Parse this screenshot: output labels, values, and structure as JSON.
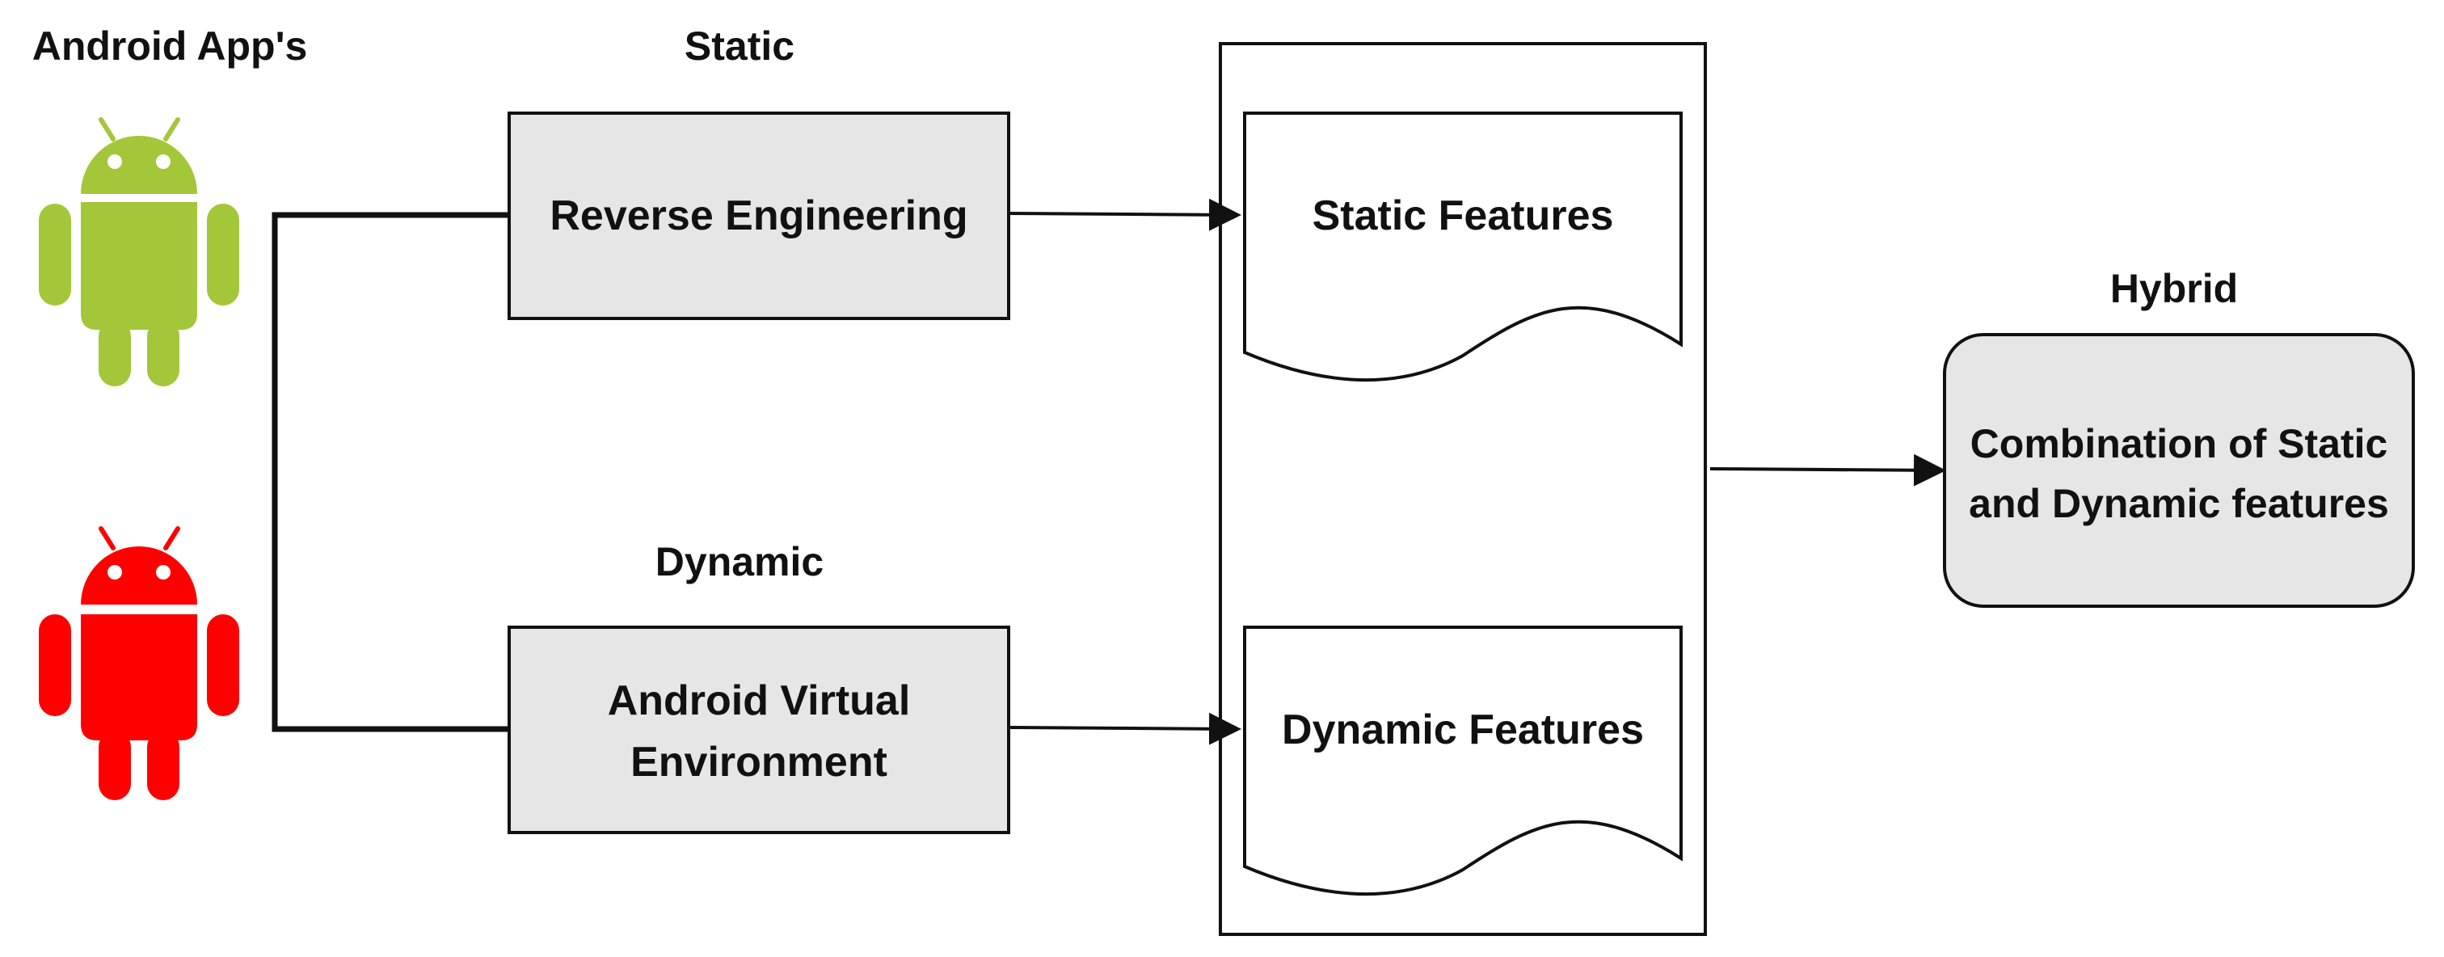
{
  "labels": {
    "apps": "Android App's",
    "static": "Static",
    "dynamic": "Dynamic",
    "hybrid": "Hybrid"
  },
  "boxes": {
    "reverse_engineering": "Reverse Engineering",
    "android_virtual_line1": "Android Virtual",
    "android_virtual_line2": "Environment",
    "hybrid_line1": "Combination of Static",
    "hybrid_line2": "and Dynamic features"
  },
  "documents": {
    "static_features": "Static Features",
    "dynamic_features": "Dynamic Features"
  },
  "colors": {
    "android_benign": "#a4c639",
    "android_malicious": "#ff0000",
    "process_fill": "#e6e6e6",
    "hybrid_fill": "#e6e6e6",
    "stroke": "#111111"
  },
  "icons": {
    "android_top": "android-robot-green",
    "android_bottom": "android-robot-red"
  }
}
